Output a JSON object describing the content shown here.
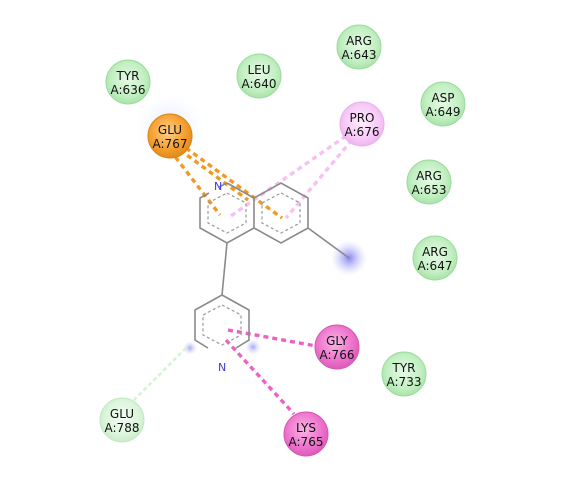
{
  "colors": {
    "vdw": "#c9f2c9",
    "vdw_edge": "#a6e3a6",
    "pi_anion": "#f5a030",
    "pi_alkyl": "#f7c8f7",
    "pi_sigma": "#f07ad0",
    "halo": "#e8efff",
    "nitrogen": "#3b3bd6"
  },
  "residues": [
    {
      "id": "tyr636",
      "name": "TYR",
      "num": "A:636",
      "type": "vdw"
    },
    {
      "id": "leu640",
      "name": "LEU",
      "num": "A:640",
      "type": "vdw"
    },
    {
      "id": "arg643",
      "name": "ARG",
      "num": "A:643",
      "type": "vdw"
    },
    {
      "id": "asp649",
      "name": "ASP",
      "num": "A:649",
      "type": "vdw"
    },
    {
      "id": "glu767",
      "name": "GLU",
      "num": "A:767",
      "type": "pi_anion"
    },
    {
      "id": "pro676",
      "name": "PRO",
      "num": "A:676",
      "type": "pi_alkyl"
    },
    {
      "id": "arg653",
      "name": "ARG",
      "num": "A:653",
      "type": "vdw"
    },
    {
      "id": "arg647",
      "name": "ARG",
      "num": "A:647",
      "type": "vdw"
    },
    {
      "id": "gly766",
      "name": "GLY",
      "num": "A:766",
      "type": "pi_sigma"
    },
    {
      "id": "tyr733",
      "name": "TYR",
      "num": "A:733",
      "type": "vdw"
    },
    {
      "id": "glu788",
      "name": "GLU",
      "num": "A:788",
      "type": "vdw_light"
    },
    {
      "id": "lys765",
      "name": "LYS",
      "num": "A:765",
      "type": "pi_sigma"
    }
  ],
  "ligand": {
    "atoms": {
      "n_quinoline": "N",
      "n_pyridine": "N"
    }
  }
}
